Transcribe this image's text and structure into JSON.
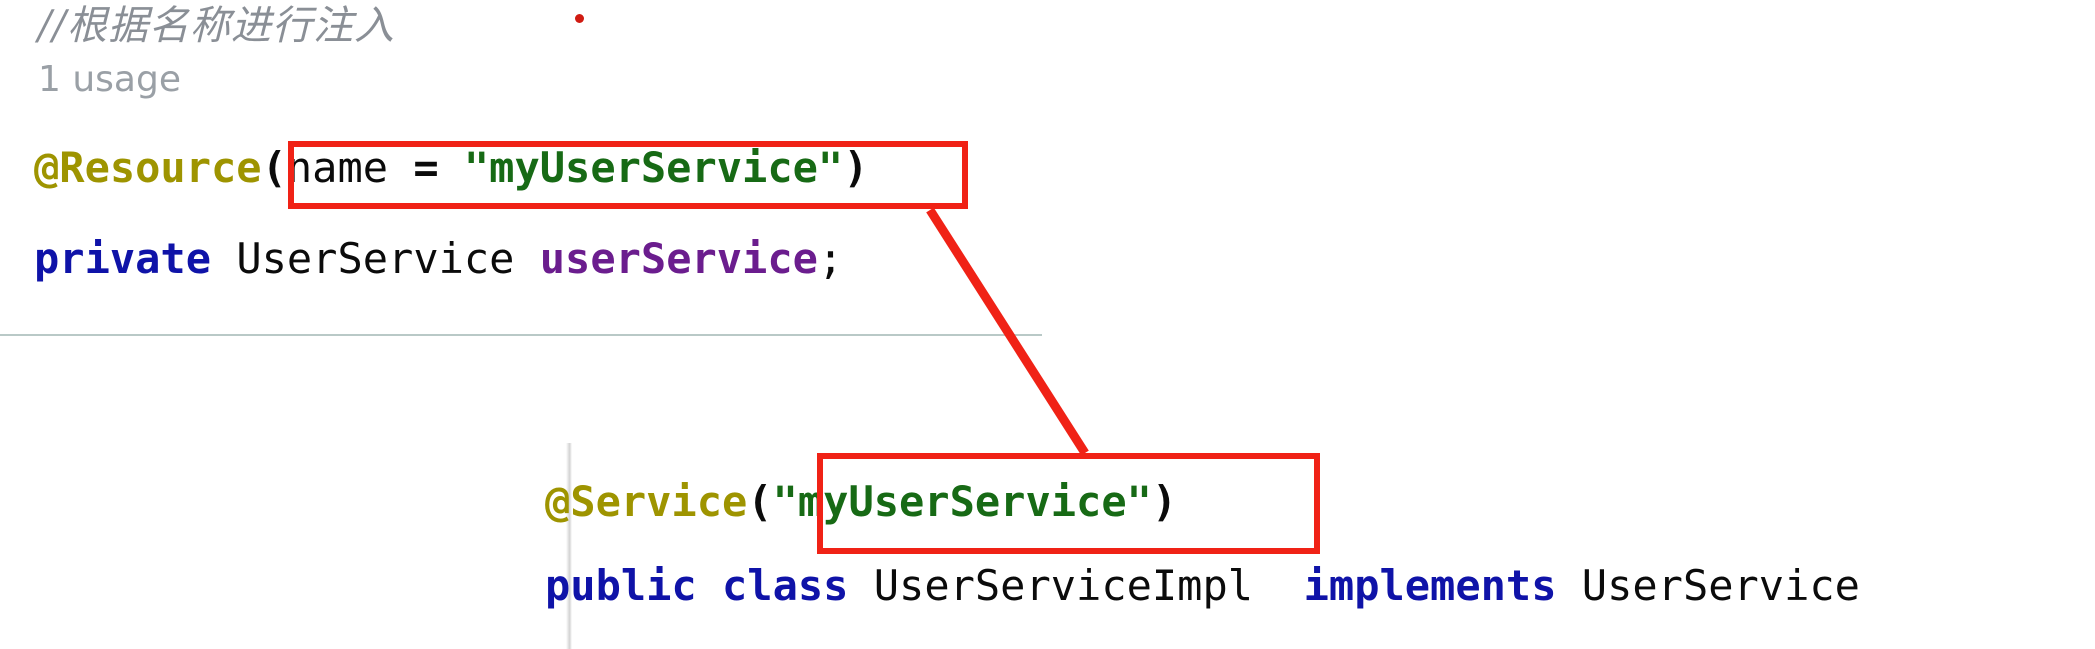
{
  "editor": {
    "title": "java-annotation-code-snippet",
    "background_color": "#ffffff",
    "font_family_note": "monospace-code"
  },
  "top_block": {
    "comment": "//根据名称进行注入",
    "usage_hint": "1 usage",
    "annotation_line": {
      "annotation": "@Resource",
      "open_paren": "(",
      "attribute_name": "name",
      "equals": " = ",
      "string_value": "\"myUserService\"",
      "close_paren": ")"
    },
    "field_line": {
      "modifier": "private",
      "type": "UserService",
      "name": "userService",
      "semicolon": ";"
    }
  },
  "bottom_block": {
    "annotation_line": {
      "annotation": "@Service",
      "open_paren": "(",
      "string_value": "\"myUserService\"",
      "close_paren": ")"
    },
    "class_line": {
      "modifier": "public",
      "keyword": "class",
      "class_name": "UserServiceImpl",
      "implements_keyword": "implements",
      "interface_name": "UserService"
    }
  },
  "annotations": {
    "highlight_boxes": [
      {
        "id": "resource-name-attribute",
        "color": "#f02216"
      },
      {
        "id": "service-bean-name",
        "color": "#f02216"
      }
    ],
    "connector": {
      "id": "resource-to-service-arrow",
      "color": "#f02216",
      "from": "resource-name-attribute",
      "to": "service-bean-name"
    },
    "red_dot": {
      "id": "cursor-dot",
      "color": "#d01b12"
    }
  },
  "colors": {
    "annotation": "#9e9400",
    "string": "#176a15",
    "keyword": "#0f13a8",
    "field": "#6b1d8e",
    "comment": "#8a8f96",
    "usage": "#9aa0a6",
    "plain": "#0b0b0b",
    "highlight": "#f02216",
    "divider": "#b9c9c7"
  }
}
